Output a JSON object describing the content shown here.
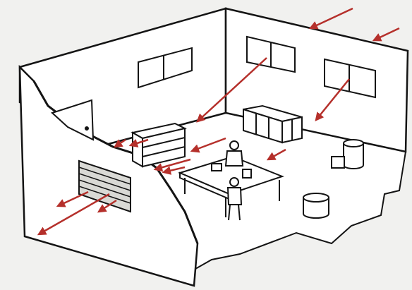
{
  "diagram": {
    "colors": {
      "ink": "#141414",
      "arrow": "#b5302b",
      "background": "#f1f1ef",
      "paper": "#ffffff",
      "shade": "#d9d9d5"
    },
    "airflow_arrow_count": 13,
    "elements": [
      "room-cutaway",
      "back-wall-windows",
      "right-wall-window",
      "door",
      "bookshelf",
      "wall-cabinets",
      "work-table",
      "seated-person",
      "standing-person",
      "drums",
      "exhaust-grille",
      "airflow-arrows"
    ]
  }
}
